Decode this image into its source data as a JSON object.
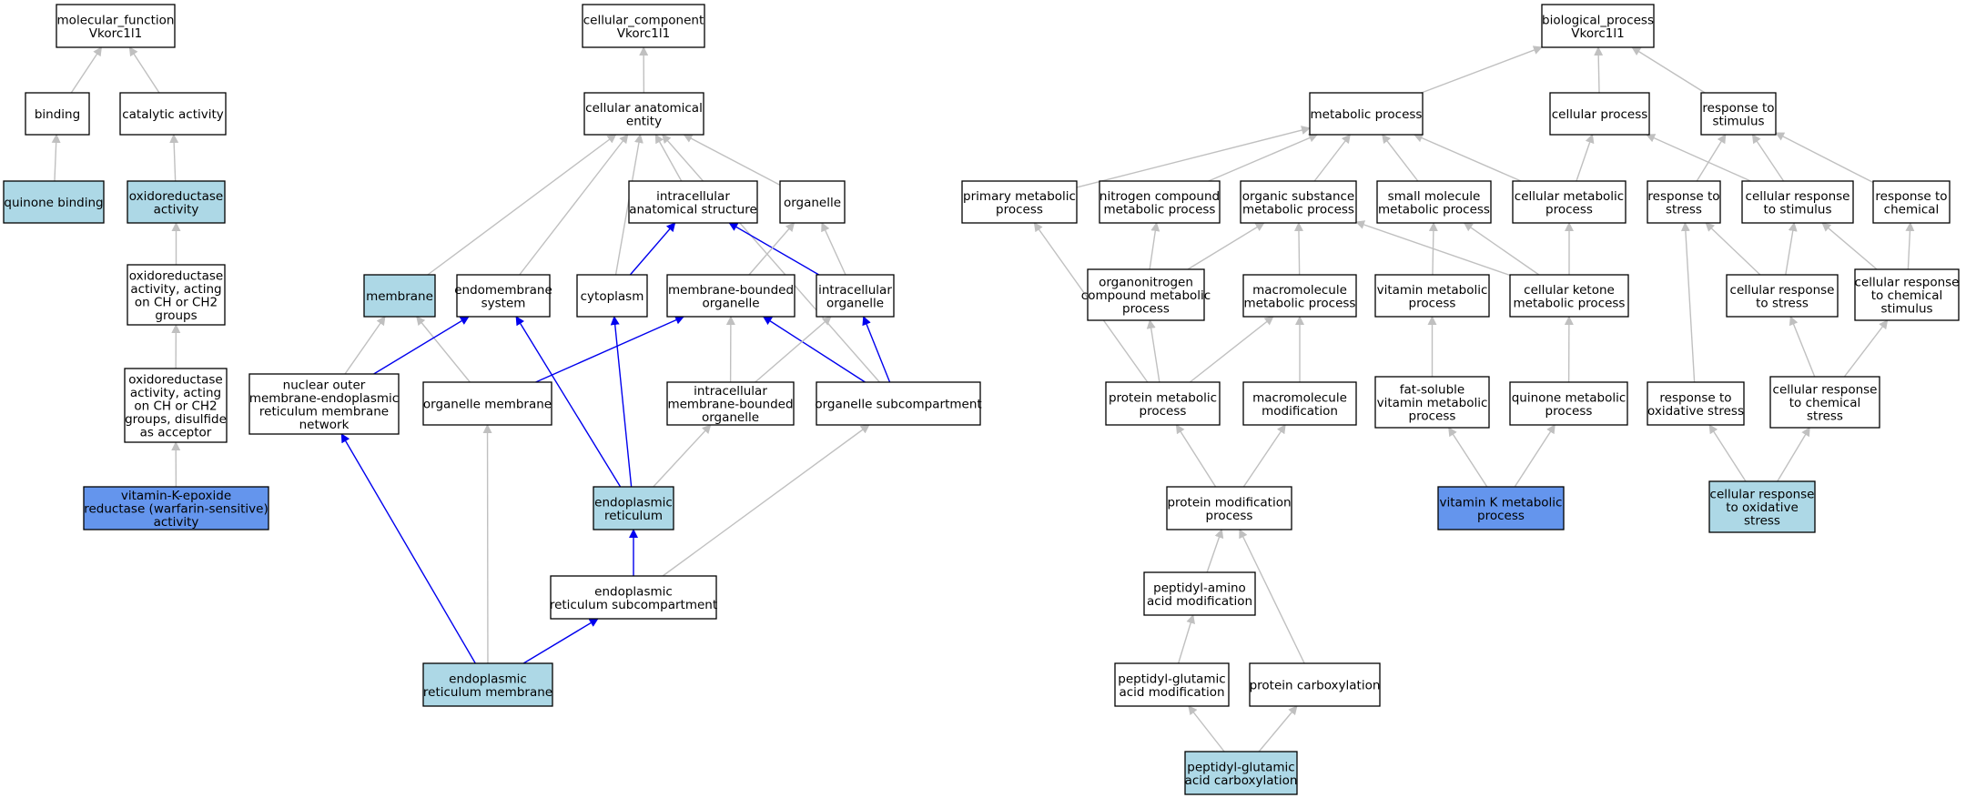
{
  "colors": {
    "background": "#ffffff",
    "node_plain": "#ffffff",
    "node_light": "#add8e6",
    "node_highlight": "#6495ed",
    "edge_gray": "#c0c0c0",
    "edge_blue": "#0000ee"
  },
  "nodes": [
    {
      "id": "mf",
      "lines": [
        "molecular_function",
        "Vkorc1l1"
      ],
      "fill": "plain"
    },
    {
      "id": "binding",
      "lines": [
        "binding"
      ],
      "fill": "plain"
    },
    {
      "id": "catalytic",
      "lines": [
        "catalytic activity"
      ],
      "fill": "plain"
    },
    {
      "id": "quinone_binding",
      "lines": [
        "quinone binding"
      ],
      "fill": "light"
    },
    {
      "id": "oxidoreductase",
      "lines": [
        "oxidoreductase",
        "activity"
      ],
      "fill": "light"
    },
    {
      "id": "oxido_ch",
      "lines": [
        "oxidoreductase",
        "activity, acting",
        "on CH or CH2",
        "groups"
      ],
      "fill": "plain"
    },
    {
      "id": "oxido_disulfide",
      "lines": [
        "oxidoreductase",
        "activity, acting",
        "on CH or CH2",
        "groups, disulfide",
        "as acceptor"
      ],
      "fill": "plain"
    },
    {
      "id": "vkor",
      "lines": [
        "vitamin-K-epoxide",
        "reductase (warfarin-sensitive)",
        "activity"
      ],
      "fill": "highlight"
    },
    {
      "id": "cc",
      "lines": [
        "cellular_component",
        "Vkorc1l1"
      ],
      "fill": "plain"
    },
    {
      "id": "cae",
      "lines": [
        "cellular anatomical",
        "entity"
      ],
      "fill": "plain"
    },
    {
      "id": "ias",
      "lines": [
        "intracellular",
        "anatomical structure"
      ],
      "fill": "plain"
    },
    {
      "id": "organelle",
      "lines": [
        "organelle"
      ],
      "fill": "plain"
    },
    {
      "id": "membrane",
      "lines": [
        "membrane"
      ],
      "fill": "light"
    },
    {
      "id": "endomembrane",
      "lines": [
        "endomembrane",
        "system"
      ],
      "fill": "plain"
    },
    {
      "id": "cytoplasm",
      "lines": [
        "cytoplasm"
      ],
      "fill": "plain"
    },
    {
      "id": "mbo",
      "lines": [
        "membrane-bounded",
        "organelle"
      ],
      "fill": "plain"
    },
    {
      "id": "io",
      "lines": [
        "intracellular",
        "organelle"
      ],
      "fill": "plain"
    },
    {
      "id": "nuclear_outer",
      "lines": [
        "nuclear outer",
        "membrane-endoplasmic",
        "reticulum membrane",
        "network"
      ],
      "fill": "plain"
    },
    {
      "id": "org_membrane",
      "lines": [
        "organelle membrane"
      ],
      "fill": "plain"
    },
    {
      "id": "imbo",
      "lines": [
        "intracellular",
        "membrane-bounded",
        "organelle"
      ],
      "fill": "plain"
    },
    {
      "id": "org_subcomp",
      "lines": [
        "organelle subcompartment"
      ],
      "fill": "plain"
    },
    {
      "id": "er",
      "lines": [
        "endoplasmic",
        "reticulum"
      ],
      "fill": "light"
    },
    {
      "id": "er_subcomp",
      "lines": [
        "endoplasmic",
        "reticulum subcompartment"
      ],
      "fill": "plain"
    },
    {
      "id": "er_membrane",
      "lines": [
        "endoplasmic",
        "reticulum membrane"
      ],
      "fill": "light"
    },
    {
      "id": "bp",
      "lines": [
        "biological_process",
        "Vkorc1l1"
      ],
      "fill": "plain"
    },
    {
      "id": "metabolic",
      "lines": [
        "metabolic process"
      ],
      "fill": "plain"
    },
    {
      "id": "cellular_process",
      "lines": [
        "cellular process"
      ],
      "fill": "plain"
    },
    {
      "id": "response_stimulus",
      "lines": [
        "response to",
        "stimulus"
      ],
      "fill": "plain"
    },
    {
      "id": "primary_met",
      "lines": [
        "primary metabolic",
        "process"
      ],
      "fill": "plain"
    },
    {
      "id": "nitrogen_met",
      "lines": [
        "nitrogen compound",
        "metabolic process"
      ],
      "fill": "plain"
    },
    {
      "id": "organic_met",
      "lines": [
        "organic substance",
        "metabolic process"
      ],
      "fill": "plain"
    },
    {
      "id": "small_mol",
      "lines": [
        "small molecule",
        "metabolic process"
      ],
      "fill": "plain"
    },
    {
      "id": "cellular_met",
      "lines": [
        "cellular metabolic",
        "process"
      ],
      "fill": "plain"
    },
    {
      "id": "response_stress",
      "lines": [
        "response to",
        "stress"
      ],
      "fill": "plain"
    },
    {
      "id": "cell_resp_stim",
      "lines": [
        "cellular response",
        "to stimulus"
      ],
      "fill": "plain"
    },
    {
      "id": "response_chem",
      "lines": [
        "response to",
        "chemical"
      ],
      "fill": "plain"
    },
    {
      "id": "organonitrogen",
      "lines": [
        "organonitrogen",
        "compound metabolic",
        "process"
      ],
      "fill": "plain"
    },
    {
      "id": "macro_met",
      "lines": [
        "macromolecule",
        "metabolic process"
      ],
      "fill": "plain"
    },
    {
      "id": "vit_met",
      "lines": [
        "vitamin metabolic",
        "process"
      ],
      "fill": "plain"
    },
    {
      "id": "ketone_met",
      "lines": [
        "cellular ketone",
        "metabolic process"
      ],
      "fill": "plain"
    },
    {
      "id": "cell_resp_stress",
      "lines": [
        "cellular response",
        "to stress"
      ],
      "fill": "plain"
    },
    {
      "id": "cell_resp_chem_stim",
      "lines": [
        "cellular response",
        "to chemical",
        "stimulus"
      ],
      "fill": "plain"
    },
    {
      "id": "protein_met",
      "lines": [
        "protein metabolic",
        "process"
      ],
      "fill": "plain"
    },
    {
      "id": "macro_mod",
      "lines": [
        "macromolecule",
        "modification"
      ],
      "fill": "plain"
    },
    {
      "id": "fat_vit",
      "lines": [
        "fat-soluble",
        "vitamin metabolic",
        "process"
      ],
      "fill": "plain"
    },
    {
      "id": "quinone_met",
      "lines": [
        "quinone metabolic",
        "process"
      ],
      "fill": "plain"
    },
    {
      "id": "resp_ox_stress",
      "lines": [
        "response to",
        "oxidative stress"
      ],
      "fill": "plain"
    },
    {
      "id": "cell_resp_chem_stress",
      "lines": [
        "cellular response",
        "to chemical",
        "stress"
      ],
      "fill": "plain"
    },
    {
      "id": "protein_mod",
      "lines": [
        "protein modification",
        "process"
      ],
      "fill": "plain"
    },
    {
      "id": "vitk_met",
      "lines": [
        "vitamin K metabolic",
        "process"
      ],
      "fill": "highlight"
    },
    {
      "id": "cell_resp_ox",
      "lines": [
        "cellular response",
        "to oxidative",
        "stress"
      ],
      "fill": "light"
    },
    {
      "id": "peptidyl_amino",
      "lines": [
        "peptidyl-amino",
        "acid modification"
      ],
      "fill": "plain"
    },
    {
      "id": "peptidyl_glu_mod",
      "lines": [
        "peptidyl-glutamic",
        "acid modification"
      ],
      "fill": "plain"
    },
    {
      "id": "protein_carbox",
      "lines": [
        "protein carboxylation"
      ],
      "fill": "plain"
    },
    {
      "id": "peptidyl_glu_carbox",
      "lines": [
        "peptidyl-glutamic",
        "acid carboxylation"
      ],
      "fill": "light"
    }
  ],
  "edges": [
    {
      "from": "binding",
      "to": "mf",
      "color": "gray"
    },
    {
      "from": "catalytic",
      "to": "mf",
      "color": "gray"
    },
    {
      "from": "quinone_binding",
      "to": "binding",
      "color": "gray"
    },
    {
      "from": "oxidoreductase",
      "to": "catalytic",
      "color": "gray"
    },
    {
      "from": "oxido_ch",
      "to": "oxidoreductase",
      "color": "gray"
    },
    {
      "from": "oxido_disulfide",
      "to": "oxido_ch",
      "color": "gray"
    },
    {
      "from": "vkor",
      "to": "oxido_disulfide",
      "color": "gray"
    },
    {
      "from": "cae",
      "to": "cc",
      "color": "gray"
    },
    {
      "from": "ias",
      "to": "cae",
      "color": "gray"
    },
    {
      "from": "organelle",
      "to": "cae",
      "color": "gray"
    },
    {
      "from": "membrane",
      "to": "cae",
      "color": "gray"
    },
    {
      "from": "endomembrane",
      "to": "cae",
      "color": "gray"
    },
    {
      "from": "cytoplasm",
      "to": "cae",
      "color": "gray"
    },
    {
      "from": "org_subcomp",
      "to": "cae",
      "color": "gray"
    },
    {
      "from": "cytoplasm",
      "to": "ias",
      "color": "blue"
    },
    {
      "from": "io",
      "to": "ias",
      "color": "blue"
    },
    {
      "from": "mbo",
      "to": "organelle",
      "color": "gray"
    },
    {
      "from": "io",
      "to": "organelle",
      "color": "gray"
    },
    {
      "from": "nuclear_outer",
      "to": "membrane",
      "color": "gray"
    },
    {
      "from": "org_membrane",
      "to": "membrane",
      "color": "gray"
    },
    {
      "from": "nuclear_outer",
      "to": "endomembrane",
      "color": "blue"
    },
    {
      "from": "er",
      "to": "endomembrane",
      "color": "blue"
    },
    {
      "from": "er",
      "to": "cytoplasm",
      "color": "blue"
    },
    {
      "from": "org_membrane",
      "to": "mbo",
      "color": "blue"
    },
    {
      "from": "imbo",
      "to": "mbo",
      "color": "gray"
    },
    {
      "from": "org_subcomp",
      "to": "mbo",
      "color": "blue"
    },
    {
      "from": "imbo",
      "to": "io",
      "color": "gray"
    },
    {
      "from": "org_subcomp",
      "to": "io",
      "color": "blue"
    },
    {
      "from": "er",
      "to": "imbo",
      "color": "gray"
    },
    {
      "from": "er_subcomp",
      "to": "org_subcomp",
      "color": "gray"
    },
    {
      "from": "er_subcomp",
      "to": "er",
      "color": "blue"
    },
    {
      "from": "er_membrane",
      "to": "nuclear_outer",
      "color": "blue"
    },
    {
      "from": "er_membrane",
      "to": "org_membrane",
      "color": "gray"
    },
    {
      "from": "er_membrane",
      "to": "er_subcomp",
      "color": "blue"
    },
    {
      "from": "metabolic",
      "to": "bp",
      "color": "gray"
    },
    {
      "from": "cellular_process",
      "to": "bp",
      "color": "gray"
    },
    {
      "from": "response_stimulus",
      "to": "bp",
      "color": "gray"
    },
    {
      "from": "primary_met",
      "to": "metabolic",
      "color": "gray"
    },
    {
      "from": "nitrogen_met",
      "to": "metabolic",
      "color": "gray"
    },
    {
      "from": "organic_met",
      "to": "metabolic",
      "color": "gray"
    },
    {
      "from": "small_mol",
      "to": "metabolic",
      "color": "gray"
    },
    {
      "from": "cellular_met",
      "to": "metabolic",
      "color": "gray"
    },
    {
      "from": "cellular_met",
      "to": "cellular_process",
      "color": "gray"
    },
    {
      "from": "cell_resp_stim",
      "to": "cellular_process",
      "color": "gray"
    },
    {
      "from": "response_stress",
      "to": "response_stimulus",
      "color": "gray"
    },
    {
      "from": "cell_resp_stim",
      "to": "response_stimulus",
      "color": "gray"
    },
    {
      "from": "response_chem",
      "to": "response_stimulus",
      "color": "gray"
    },
    {
      "from": "organonitrogen",
      "to": "nitrogen_met",
      "color": "gray"
    },
    {
      "from": "organonitrogen",
      "to": "organic_met",
      "color": "gray"
    },
    {
      "from": "macro_met",
      "to": "organic_met",
      "color": "gray"
    },
    {
      "from": "vit_met",
      "to": "small_mol",
      "color": "gray"
    },
    {
      "from": "ketone_met",
      "to": "organic_met",
      "color": "gray"
    },
    {
      "from": "ketone_met",
      "to": "small_mol",
      "color": "gray"
    },
    {
      "from": "ketone_met",
      "to": "cellular_met",
      "color": "gray"
    },
    {
      "from": "cell_resp_stress",
      "to": "response_stress",
      "color": "gray"
    },
    {
      "from": "cell_resp_stress",
      "to": "cell_resp_stim",
      "color": "gray"
    },
    {
      "from": "cell_resp_chem_stim",
      "to": "cell_resp_stim",
      "color": "gray"
    },
    {
      "from": "cell_resp_chem_stim",
      "to": "response_chem",
      "color": "gray"
    },
    {
      "from": "protein_met",
      "to": "primary_met",
      "color": "gray"
    },
    {
      "from": "protein_met",
      "to": "organonitrogen",
      "color": "gray"
    },
    {
      "from": "protein_met",
      "to": "macro_met",
      "color": "gray"
    },
    {
      "from": "macro_mod",
      "to": "macro_met",
      "color": "gray"
    },
    {
      "from": "fat_vit",
      "to": "vit_met",
      "color": "gray"
    },
    {
      "from": "quinone_met",
      "to": "ketone_met",
      "color": "gray"
    },
    {
      "from": "resp_ox_stress",
      "to": "response_stress",
      "color": "gray"
    },
    {
      "from": "cell_resp_chem_stress",
      "to": "cell_resp_stress",
      "color": "gray"
    },
    {
      "from": "cell_resp_chem_stress",
      "to": "cell_resp_chem_stim",
      "color": "gray"
    },
    {
      "from": "protein_mod",
      "to": "protein_met",
      "color": "gray"
    },
    {
      "from": "protein_mod",
      "to": "macro_mod",
      "color": "gray"
    },
    {
      "from": "vitk_met",
      "to": "fat_vit",
      "color": "gray"
    },
    {
      "from": "vitk_met",
      "to": "quinone_met",
      "color": "gray"
    },
    {
      "from": "cell_resp_ox",
      "to": "resp_ox_stress",
      "color": "gray"
    },
    {
      "from": "cell_resp_ox",
      "to": "cell_resp_chem_stress",
      "color": "gray"
    },
    {
      "from": "peptidyl_amino",
      "to": "protein_mod",
      "color": "gray"
    },
    {
      "from": "protein_carbox",
      "to": "protein_mod",
      "color": "gray"
    },
    {
      "from": "peptidyl_glu_mod",
      "to": "peptidyl_amino",
      "color": "gray"
    },
    {
      "from": "peptidyl_glu_carbox",
      "to": "peptidyl_glu_mod",
      "color": "gray"
    },
    {
      "from": "peptidyl_glu_carbox",
      "to": "protein_carbox",
      "color": "gray"
    }
  ]
}
